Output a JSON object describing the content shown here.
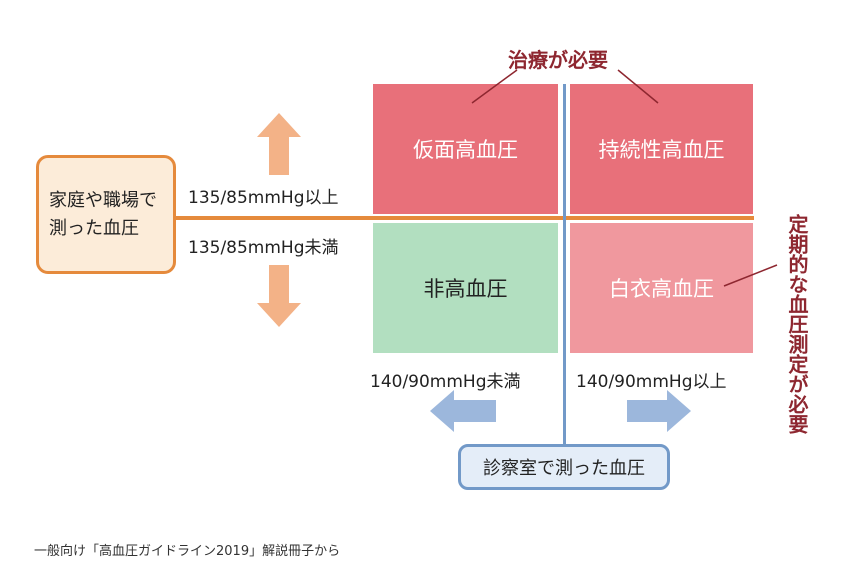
{
  "header": {
    "treatment_label": "治療が必要"
  },
  "quadrants": {
    "masked": "仮面高血圧",
    "sustained": "持続性高血圧",
    "normal": "非高血圧",
    "white_coat": "白衣高血圧"
  },
  "home_measurement": {
    "label_line1": "家庭や職場で",
    "label_line2": "測った血圧",
    "above": "135/85mmHg以上",
    "below": "135/85mmHg未満"
  },
  "office_measurement": {
    "label": "診察室で測った血圧",
    "below": "140/90mmHg未満",
    "above": "140/90mmHg以上"
  },
  "side_note": "定期的な血圧測定が必要",
  "caption": "一般向け「高血圧ガイドライン2019」解説冊子から",
  "icons": {
    "up": "arrow-up-icon",
    "down": "arrow-down-icon",
    "left": "arrow-left-icon",
    "right": "arrow-right-icon"
  },
  "colors": {
    "hypertension": "#e8707a",
    "normal": "#b2dfc0",
    "white_coat": "#f0989e",
    "home": "#e58a3c",
    "office": "#7299c8",
    "emphasis_text": "#8e2730"
  }
}
